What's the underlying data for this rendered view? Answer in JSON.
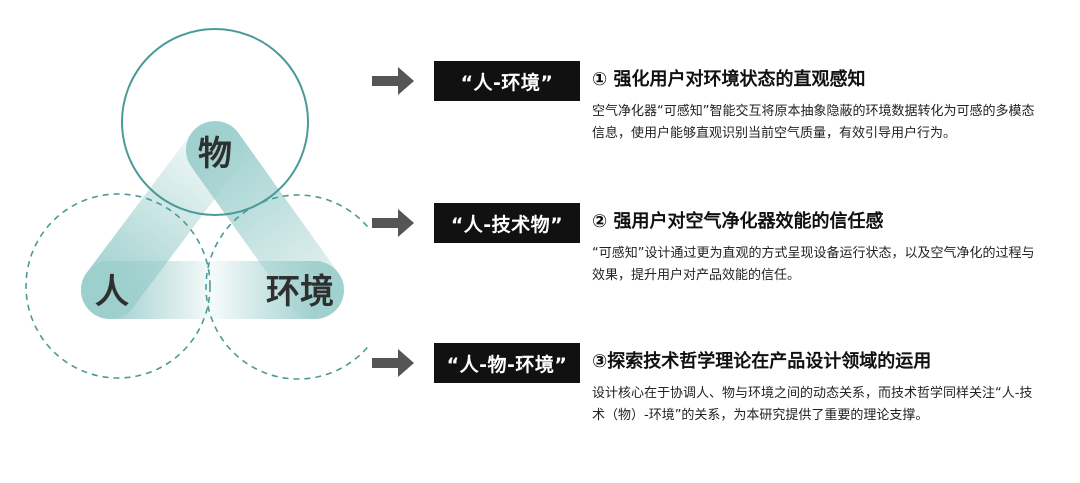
{
  "diagram": {
    "nodes": {
      "object": "物",
      "person": "人",
      "environment": "环境"
    }
  },
  "rows": [
    {
      "tag": "“人-环境”",
      "heading": "① 强化用户对环境状态的直观感知",
      "description": "空气净化器“可感知”智能交互将原本抽象隐蔽的环境数据转化为可感的多模态信息，使用户能够直观识别当前空气质量，有效引导用户行为。"
    },
    {
      "tag": "“人-技术物”",
      "heading": "② 强用户对空气净化器效能的信任感",
      "description": "“可感知”设计通过更为直观的方式呈现设备运行状态，以及空气净化的过程与效果，提升用户对产品效能的信任。"
    },
    {
      "tag": "“人-物-环境”",
      "heading": "③探索技术哲学理论在产品设计领域的运用",
      "description": "设计核心在于协调人、物与环境之间的动态关系，而技术哲学同样关注“人-技术（物）-环境”的关系，为本研究提供了重要的理论支撑。"
    }
  ],
  "colors": {
    "teal_stroke": "#4a9a98",
    "teal_fill": "#9dcfcd",
    "tag_background": "#111111"
  },
  "icons": {
    "row_arrow": "arrow-right-icon"
  }
}
